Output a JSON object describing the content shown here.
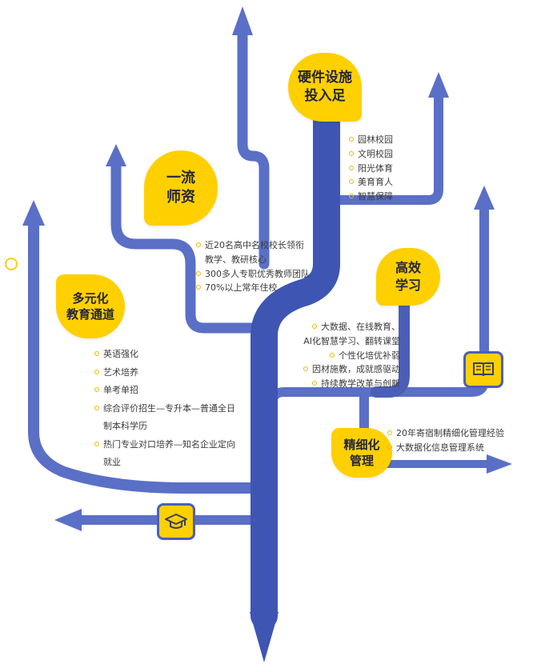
{
  "colors": {
    "branch": "#5a6fc6",
    "trunk": "#3f55b4",
    "accent": "#ffd000",
    "text": "#3b3b3b"
  },
  "hardware": {
    "title_line1": "硬件设施",
    "title_line2": "投入足",
    "items": [
      "园林校园",
      "文明校园",
      "阳光体育",
      "美育育人",
      "智慧保障"
    ]
  },
  "teachers": {
    "title_line1": "一流",
    "title_line2": "师资",
    "items": [
      "近20名高中名校校长领衔",
      "教学、教研核心",
      "300多人专职优秀教师团队",
      "70%以上常年住校"
    ]
  },
  "efficient": {
    "title_line1": "高效",
    "title_line2": "学习",
    "items": [
      "大数据、在线教育、",
      "AI化智慧学习、翻转课堂",
      "个性化培优补弱",
      "因材施教，成就感驱动",
      "持续教学改革与创新"
    ]
  },
  "diverse": {
    "title_line1": "多元化",
    "title_line2": "教育通道",
    "items": [
      "英语强化",
      "艺术培养",
      "单考单招",
      "综合评价招生—专升本—普通全日",
      "制本科学历",
      "热门专业对口培养—知名企业定向",
      "就业"
    ]
  },
  "refined": {
    "title_line1": "精细化",
    "title_line2": "管理",
    "items": [
      "20年寄宿制精细化管理经验",
      "大数据化信息管理系统"
    ]
  },
  "icons": {
    "book": "book-icon",
    "cap": "graduation-cap-icon",
    "ring": "ring-icon"
  }
}
